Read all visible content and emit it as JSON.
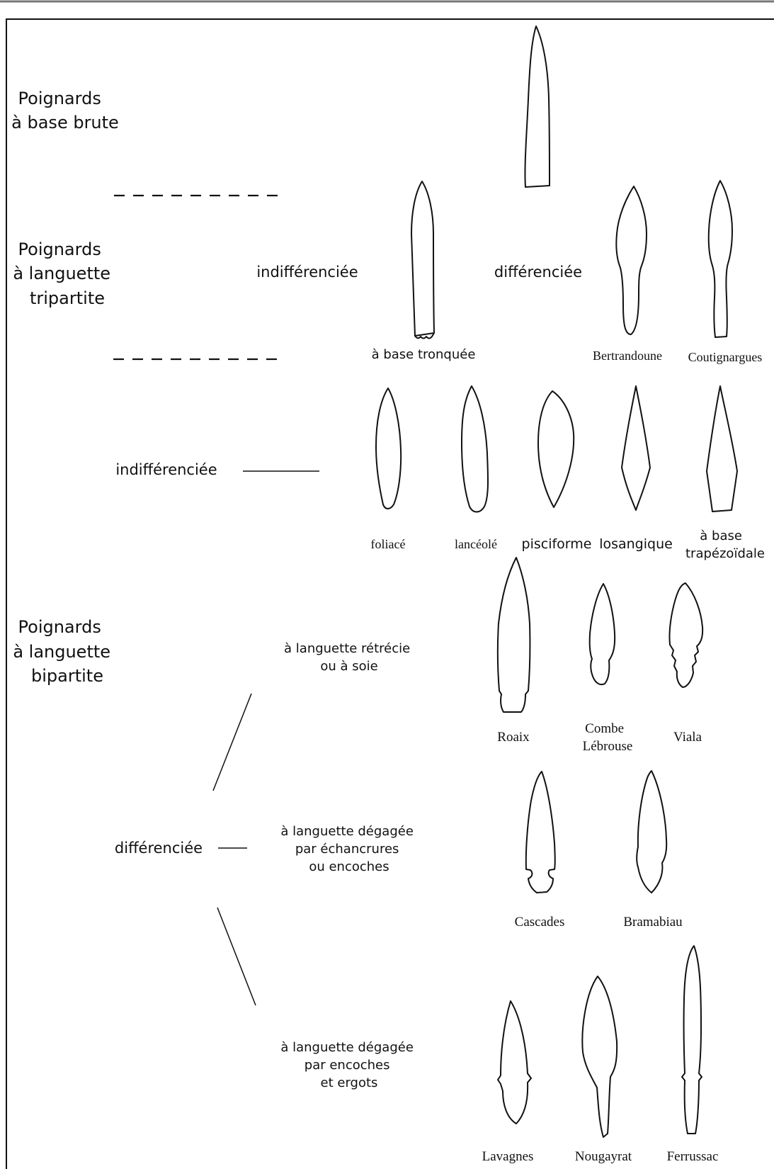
{
  "groups": {
    "brute": [
      "Poignards",
      "à base brute"
    ],
    "tripartite": [
      "Poignards",
      "à languette",
      "tripartite"
    ],
    "bipartite": [
      "Poignards",
      "à languette",
      "bipartite"
    ]
  },
  "tripartite": {
    "indiff_label": "indifférenciée",
    "diff_label": "différenciée",
    "types": {
      "base_tronquee": "à base tronquée",
      "bertrandoune": "Bertrandoune",
      "coutignargues": "Coutignargues"
    }
  },
  "bipartite": {
    "indiff_label": "indifférenciée",
    "indiff_types": {
      "foliace": "foliacé",
      "lanceole": "lancéolé",
      "pisciforme": "pisciforme",
      "losangique": "losangique",
      "trapezoidale": [
        "à base",
        "trapézoïdale"
      ]
    },
    "diff_label": "différenciée",
    "sub1": {
      "label": [
        "à languette rétrécie",
        "ou à soie"
      ],
      "types": {
        "roaix": "Roaix",
        "combe": [
          "Combe",
          "Lébrouse"
        ],
        "viala": "Viala"
      }
    },
    "sub2": {
      "label": [
        "à languette dégagée",
        "par échancrures",
        "ou encoches"
      ],
      "types": {
        "cascades": "Cascades",
        "bramabiau": "Bramabiau"
      }
    },
    "sub3": {
      "label": [
        "à languette dégagée",
        "par encoches",
        "et ergots"
      ],
      "types": {
        "lavagnes": "Lavagnes",
        "nougayrat": "Nougayrat",
        "ferrussac": "Ferrussac"
      }
    }
  }
}
